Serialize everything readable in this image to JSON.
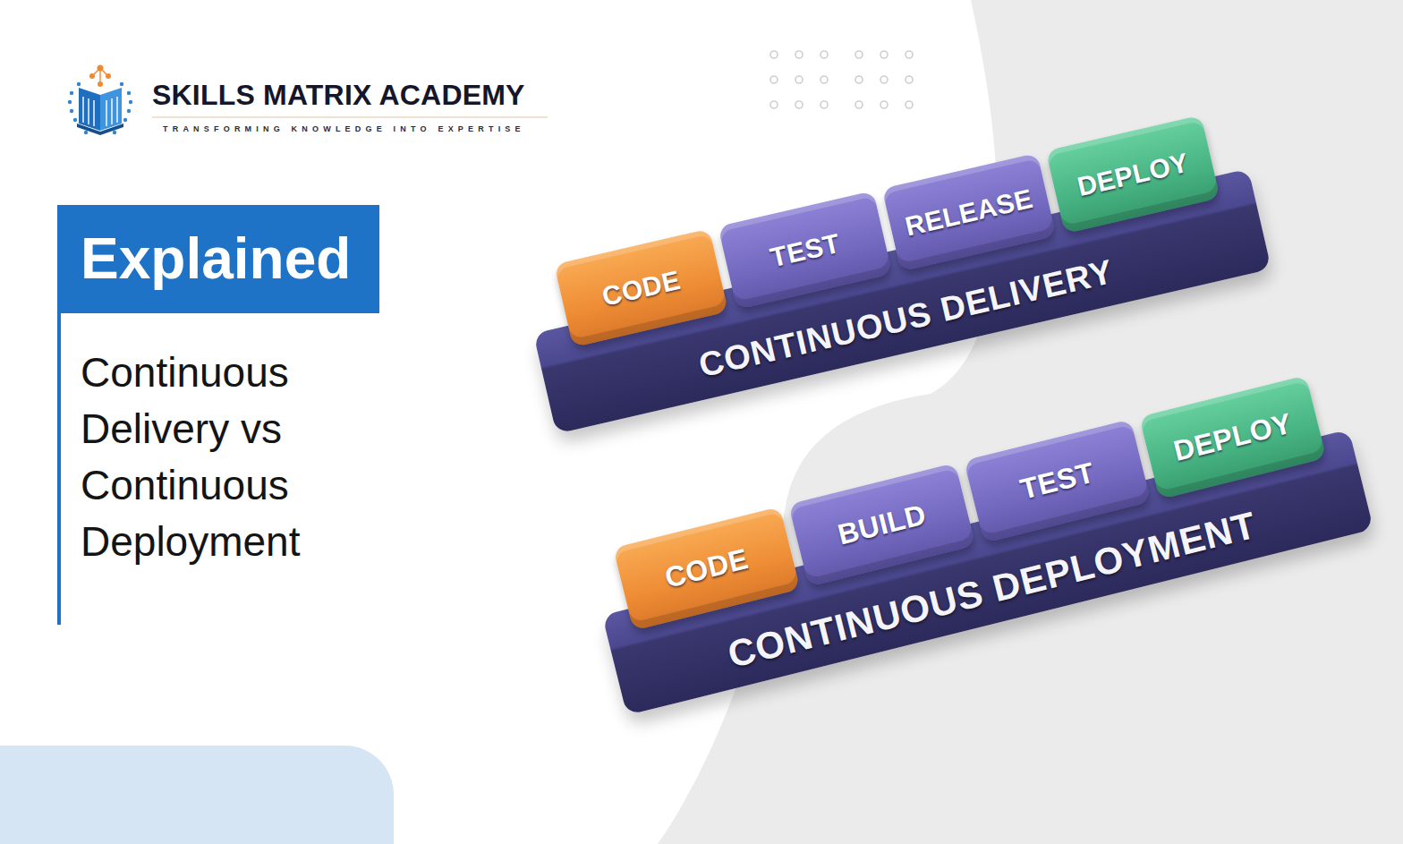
{
  "diagram": {
    "title": "Continuous Delivery vs Continuous Deployment",
    "nodes": [
      {
        "text": [
          "Explained"
        ]
      },
      {
        "text": [
          "CONTINUOUS DELIVERY"
        ]
      },
      {
        "text": [
          "CODE"
        ],
        "in": 1
      },
      {
        "text": [
          "TEST"
        ],
        "in": 1
      },
      {
        "text": [
          "RELEASE"
        ],
        "in": 1
      },
      {
        "text": [
          "DEPLOY"
        ],
        "in": 1
      },
      {
        "text": [
          "CONTINUOUS DEPLOYMENT"
        ]
      },
      {
        "text": [
          "CODE"
        ],
        "in": 6
      },
      {
        "text": [
          "BUILD"
        ],
        "in": 6
      },
      {
        "text": [
          "TEST"
        ],
        "in": 6
      },
      {
        "text": [
          "DEPLOY"
        ],
        "in": 6
      }
    ],
    "labels": [
      "SKILLS MATRIX ACADEMY",
      "TRANSFORMING KNOWLEDGE INTO EXPERTISE"
    ]
  }
}
